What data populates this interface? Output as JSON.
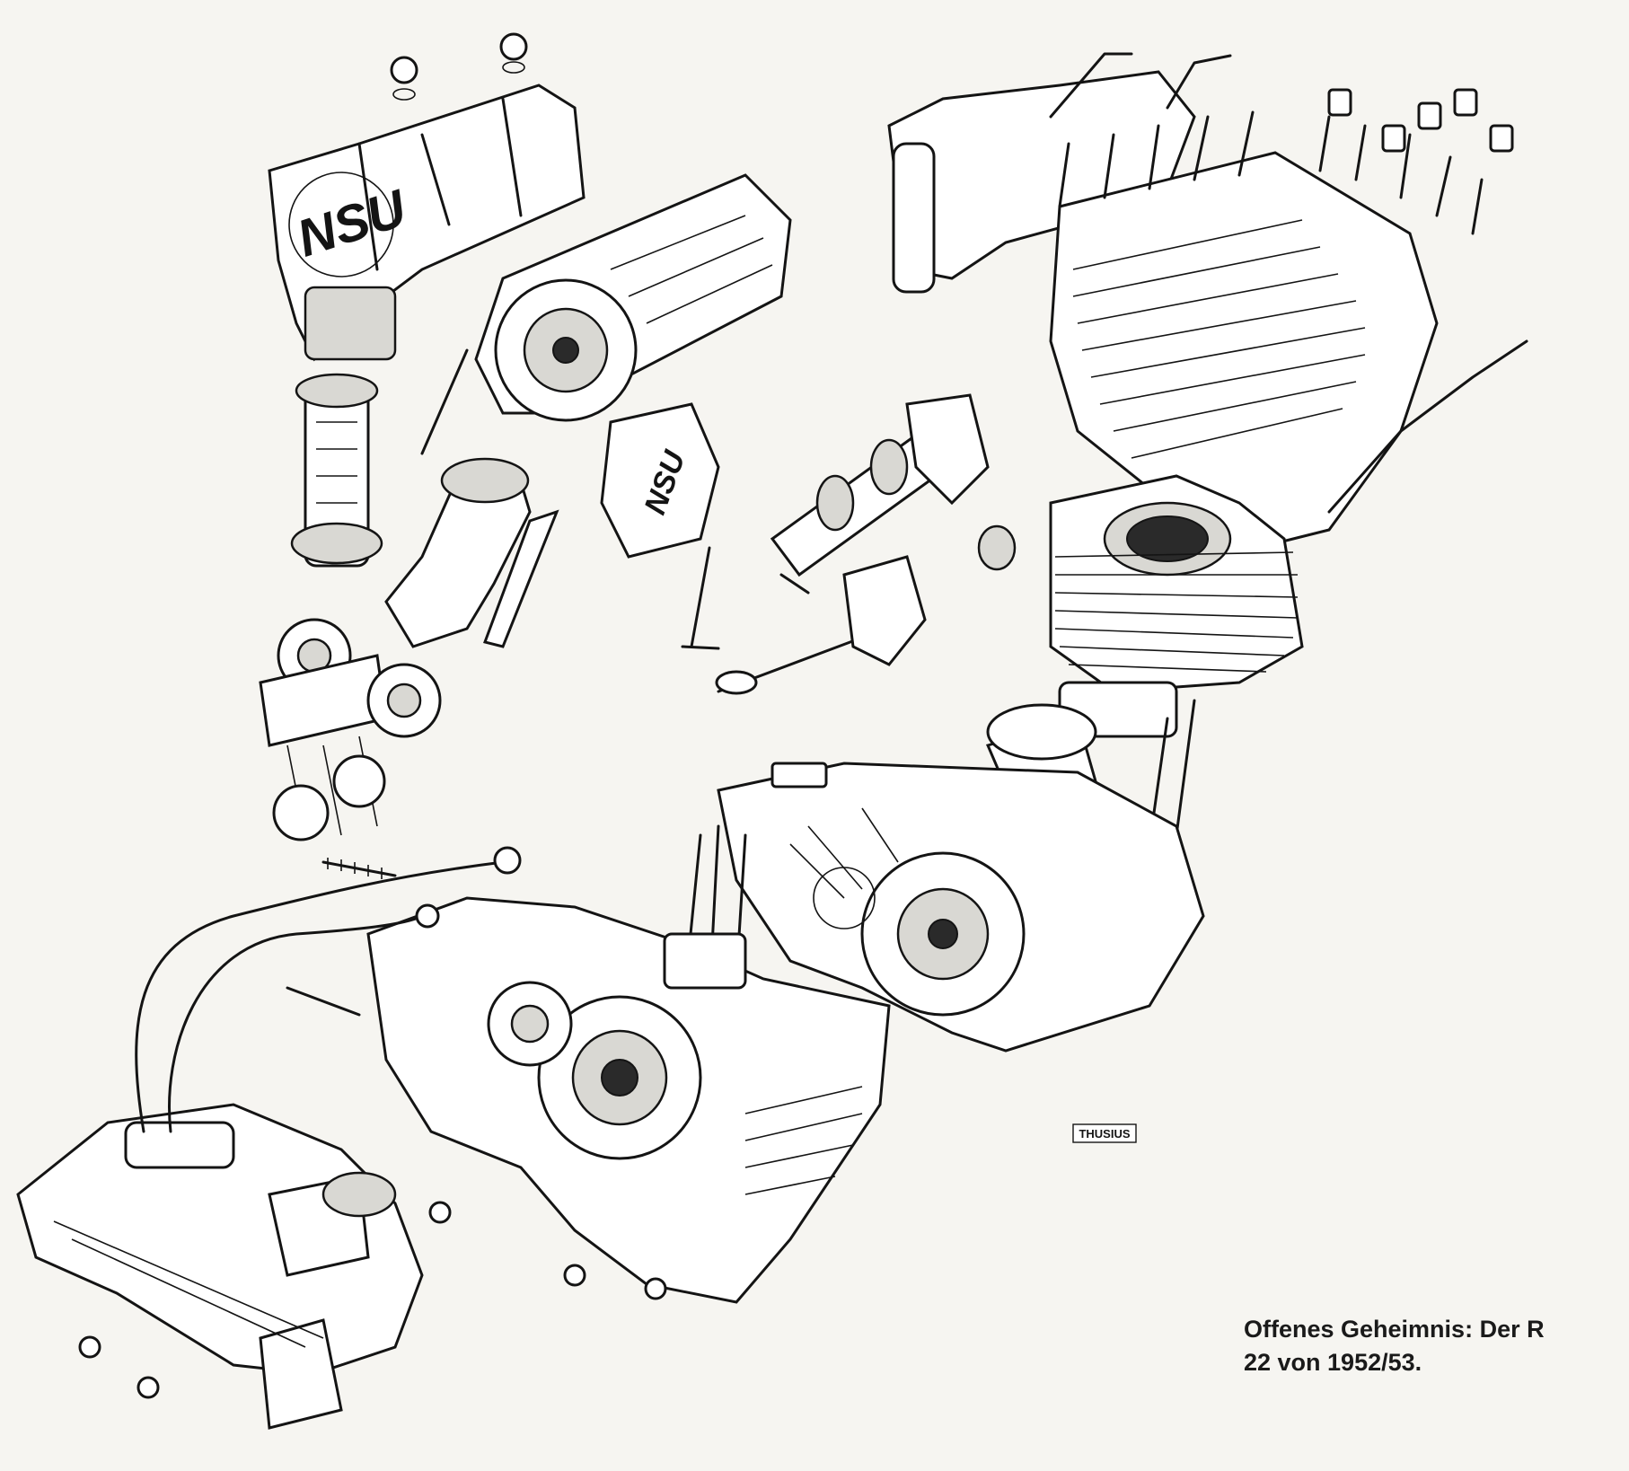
{
  "caption": {
    "line1": "Offenes Geheimnis: Der R",
    "line2": "22 von 1952/53."
  },
  "illustration": {
    "logo_text": "NSU",
    "artist_signature": "THUSIUS"
  },
  "colors": {
    "paper": "#f6f5f1",
    "ink": "#141414"
  }
}
